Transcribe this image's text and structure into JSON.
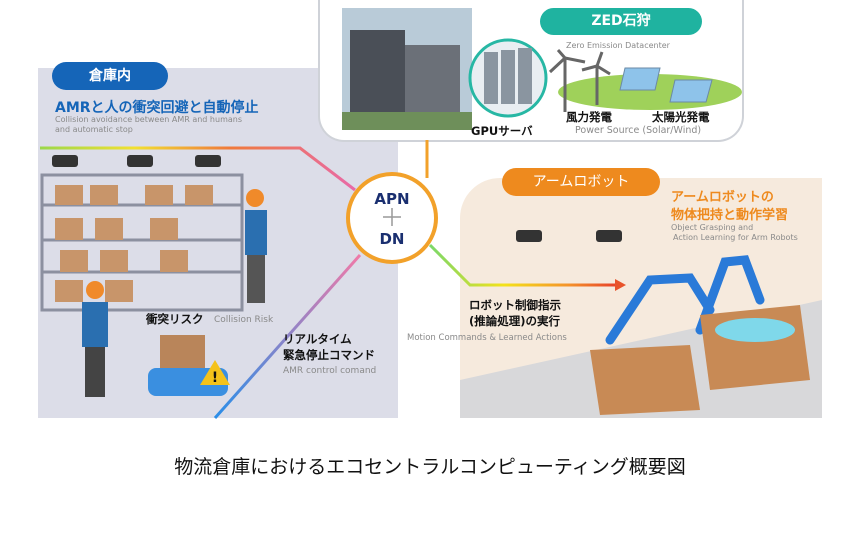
{
  "warehouse": {
    "label": "倉庫内",
    "title": "AMRと人の衝突回避と自動停止",
    "subtitle_line1": "Collision avoidance between AMR and humans",
    "subtitle_line2": "and automatic stop",
    "collision_jp": "衝突リスク",
    "collision_en": "Collision Risk"
  },
  "datacenter": {
    "label": "ZED石狩",
    "subtitle": "Zero Emission Datacenter",
    "gpu": "GPUサーバ",
    "wind": "風力発電",
    "solar": "太陽光発電",
    "power_en": "Power Source (Solar/Wind)"
  },
  "hub": {
    "top": "APN",
    "plus": "+",
    "bottom": "DN"
  },
  "arm": {
    "label": "アームロボット",
    "title_line1": "アームロボットの",
    "title_line2": "物体把持と動作学習",
    "subtitle_line1": "Object Grasping and",
    "subtitle_line2": "Action Learning for Arm Robots"
  },
  "motion": {
    "line1": "ロボット制御指示",
    "line2": "(推論処理)の実行",
    "en": "Motion Commands & Learned Actions"
  },
  "emergency": {
    "line1": "リアルタイム",
    "line2": "緊急停止コマンド",
    "en": "AMR control comand"
  },
  "caption": "物流倉庫におけるエコセントラルコンピューティング概要図",
  "colors": {
    "blue": "#1565b8",
    "teal": "#1fb3a0",
    "orange": "#ee8a1e"
  }
}
